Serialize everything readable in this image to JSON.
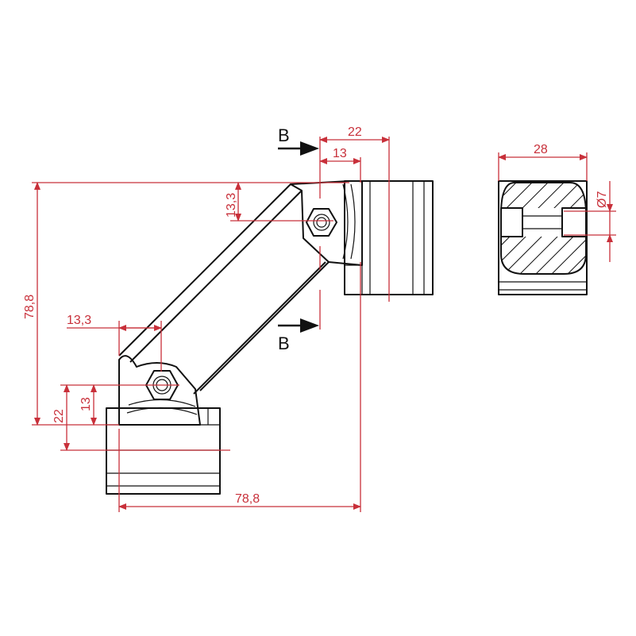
{
  "colors": {
    "dimension": "#c8303a",
    "outline": "#111111",
    "background": "#ffffff"
  },
  "section": {
    "label_top": "B",
    "label_bottom": "B"
  },
  "dimensions": {
    "top_width_22": "22",
    "top_width_13": "13",
    "top_offset_13_3": "13,3",
    "total_height": "78,8",
    "lower_offset_13_3": "13,3",
    "lower_height_22": "22",
    "lower_height_13": "13",
    "total_width": "78,8",
    "side_width": "28",
    "hole_diameter": "Ø7"
  },
  "icons": [
    "hex-nut-icon",
    "section-arrow-icon"
  ]
}
